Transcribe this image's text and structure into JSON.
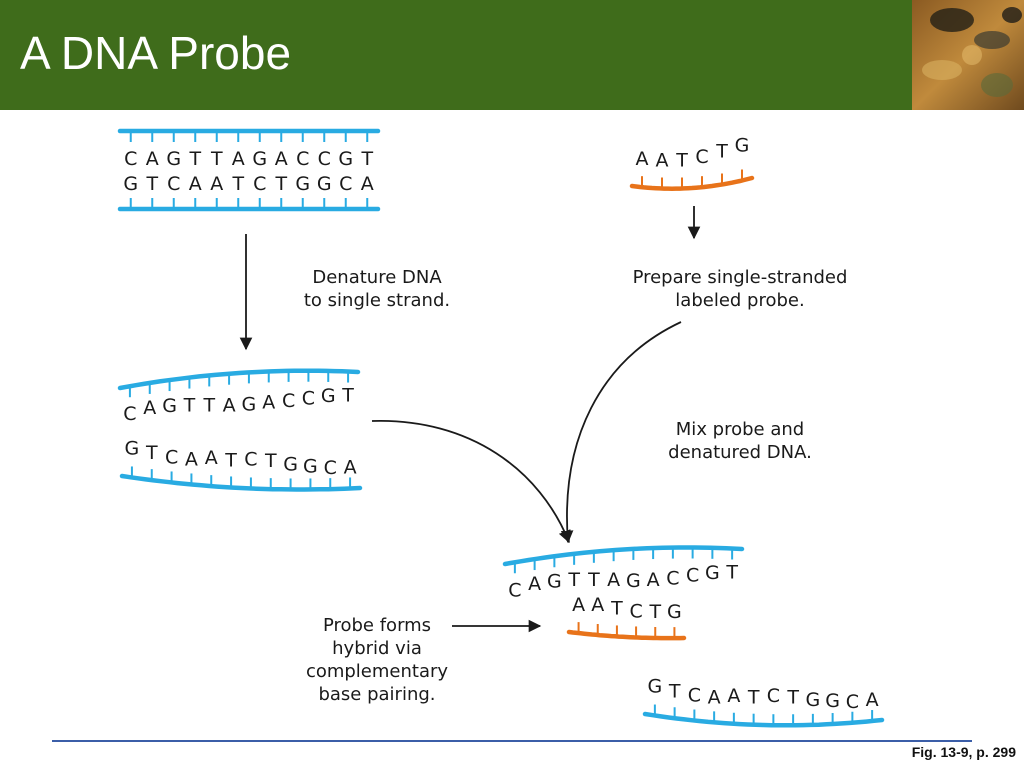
{
  "slide": {
    "title": "A DNA Probe",
    "caption": "Fig. 13-9, p. 299"
  },
  "diagram": {
    "dna_top_strand": "CAGTTAGACCGT",
    "dna_bottom_strand": "GTCAATCTGGCA",
    "probe_sequence": "AATCTG",
    "step_denature": [
      "Denature DNA",
      "to single strand."
    ],
    "step_prepare_probe": [
      "Prepare single-stranded",
      "labeled probe."
    ],
    "step_mix": [
      "Mix probe and",
      "denatured DNA."
    ],
    "step_hybrid": [
      "Probe forms",
      "hybrid via",
      "complementary",
      "base pairing."
    ]
  },
  "colors": {
    "header_green": "#3f6c1b",
    "dna_strand": "#29abe2",
    "probe_strand": "#e8731a",
    "arrow": "#1a1a1a",
    "rule_blue": "#3b5ea8"
  },
  "icons": {
    "header_photo": "dna-photo-thumbnail"
  }
}
